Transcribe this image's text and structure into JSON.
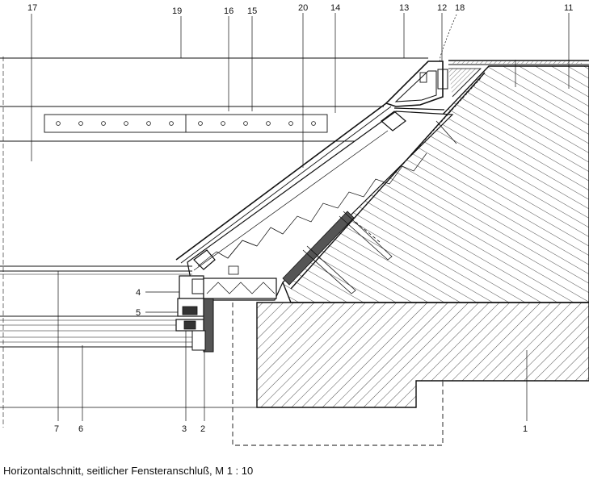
{
  "caption": "Horizontalschnitt, seitlicher Fensteranschluß, M 1 : 10",
  "top_labels": [
    {
      "id": "17",
      "text": "17"
    },
    {
      "id": "19",
      "text": "19"
    },
    {
      "id": "16",
      "text": "16"
    },
    {
      "id": "15",
      "text": "15"
    },
    {
      "id": "20",
      "text": "20"
    },
    {
      "id": "14",
      "text": "14"
    },
    {
      "id": "13",
      "text": "13"
    },
    {
      "id": "12",
      "text": "12"
    },
    {
      "id": "18",
      "text": "18"
    },
    {
      "id": "11",
      "text": "11"
    }
  ],
  "side_labels": [
    {
      "id": "4",
      "text": "4"
    },
    {
      "id": "5",
      "text": "5"
    }
  ],
  "bottom_labels": [
    {
      "id": "7",
      "text": "7"
    },
    {
      "id": "6",
      "text": "6"
    },
    {
      "id": "3",
      "text": "3"
    },
    {
      "id": "2",
      "text": "2"
    },
    {
      "id": "1",
      "text": "1"
    }
  ],
  "colors": {
    "line": "#111111",
    "hatch": "#222222",
    "gasket": "#555555"
  }
}
